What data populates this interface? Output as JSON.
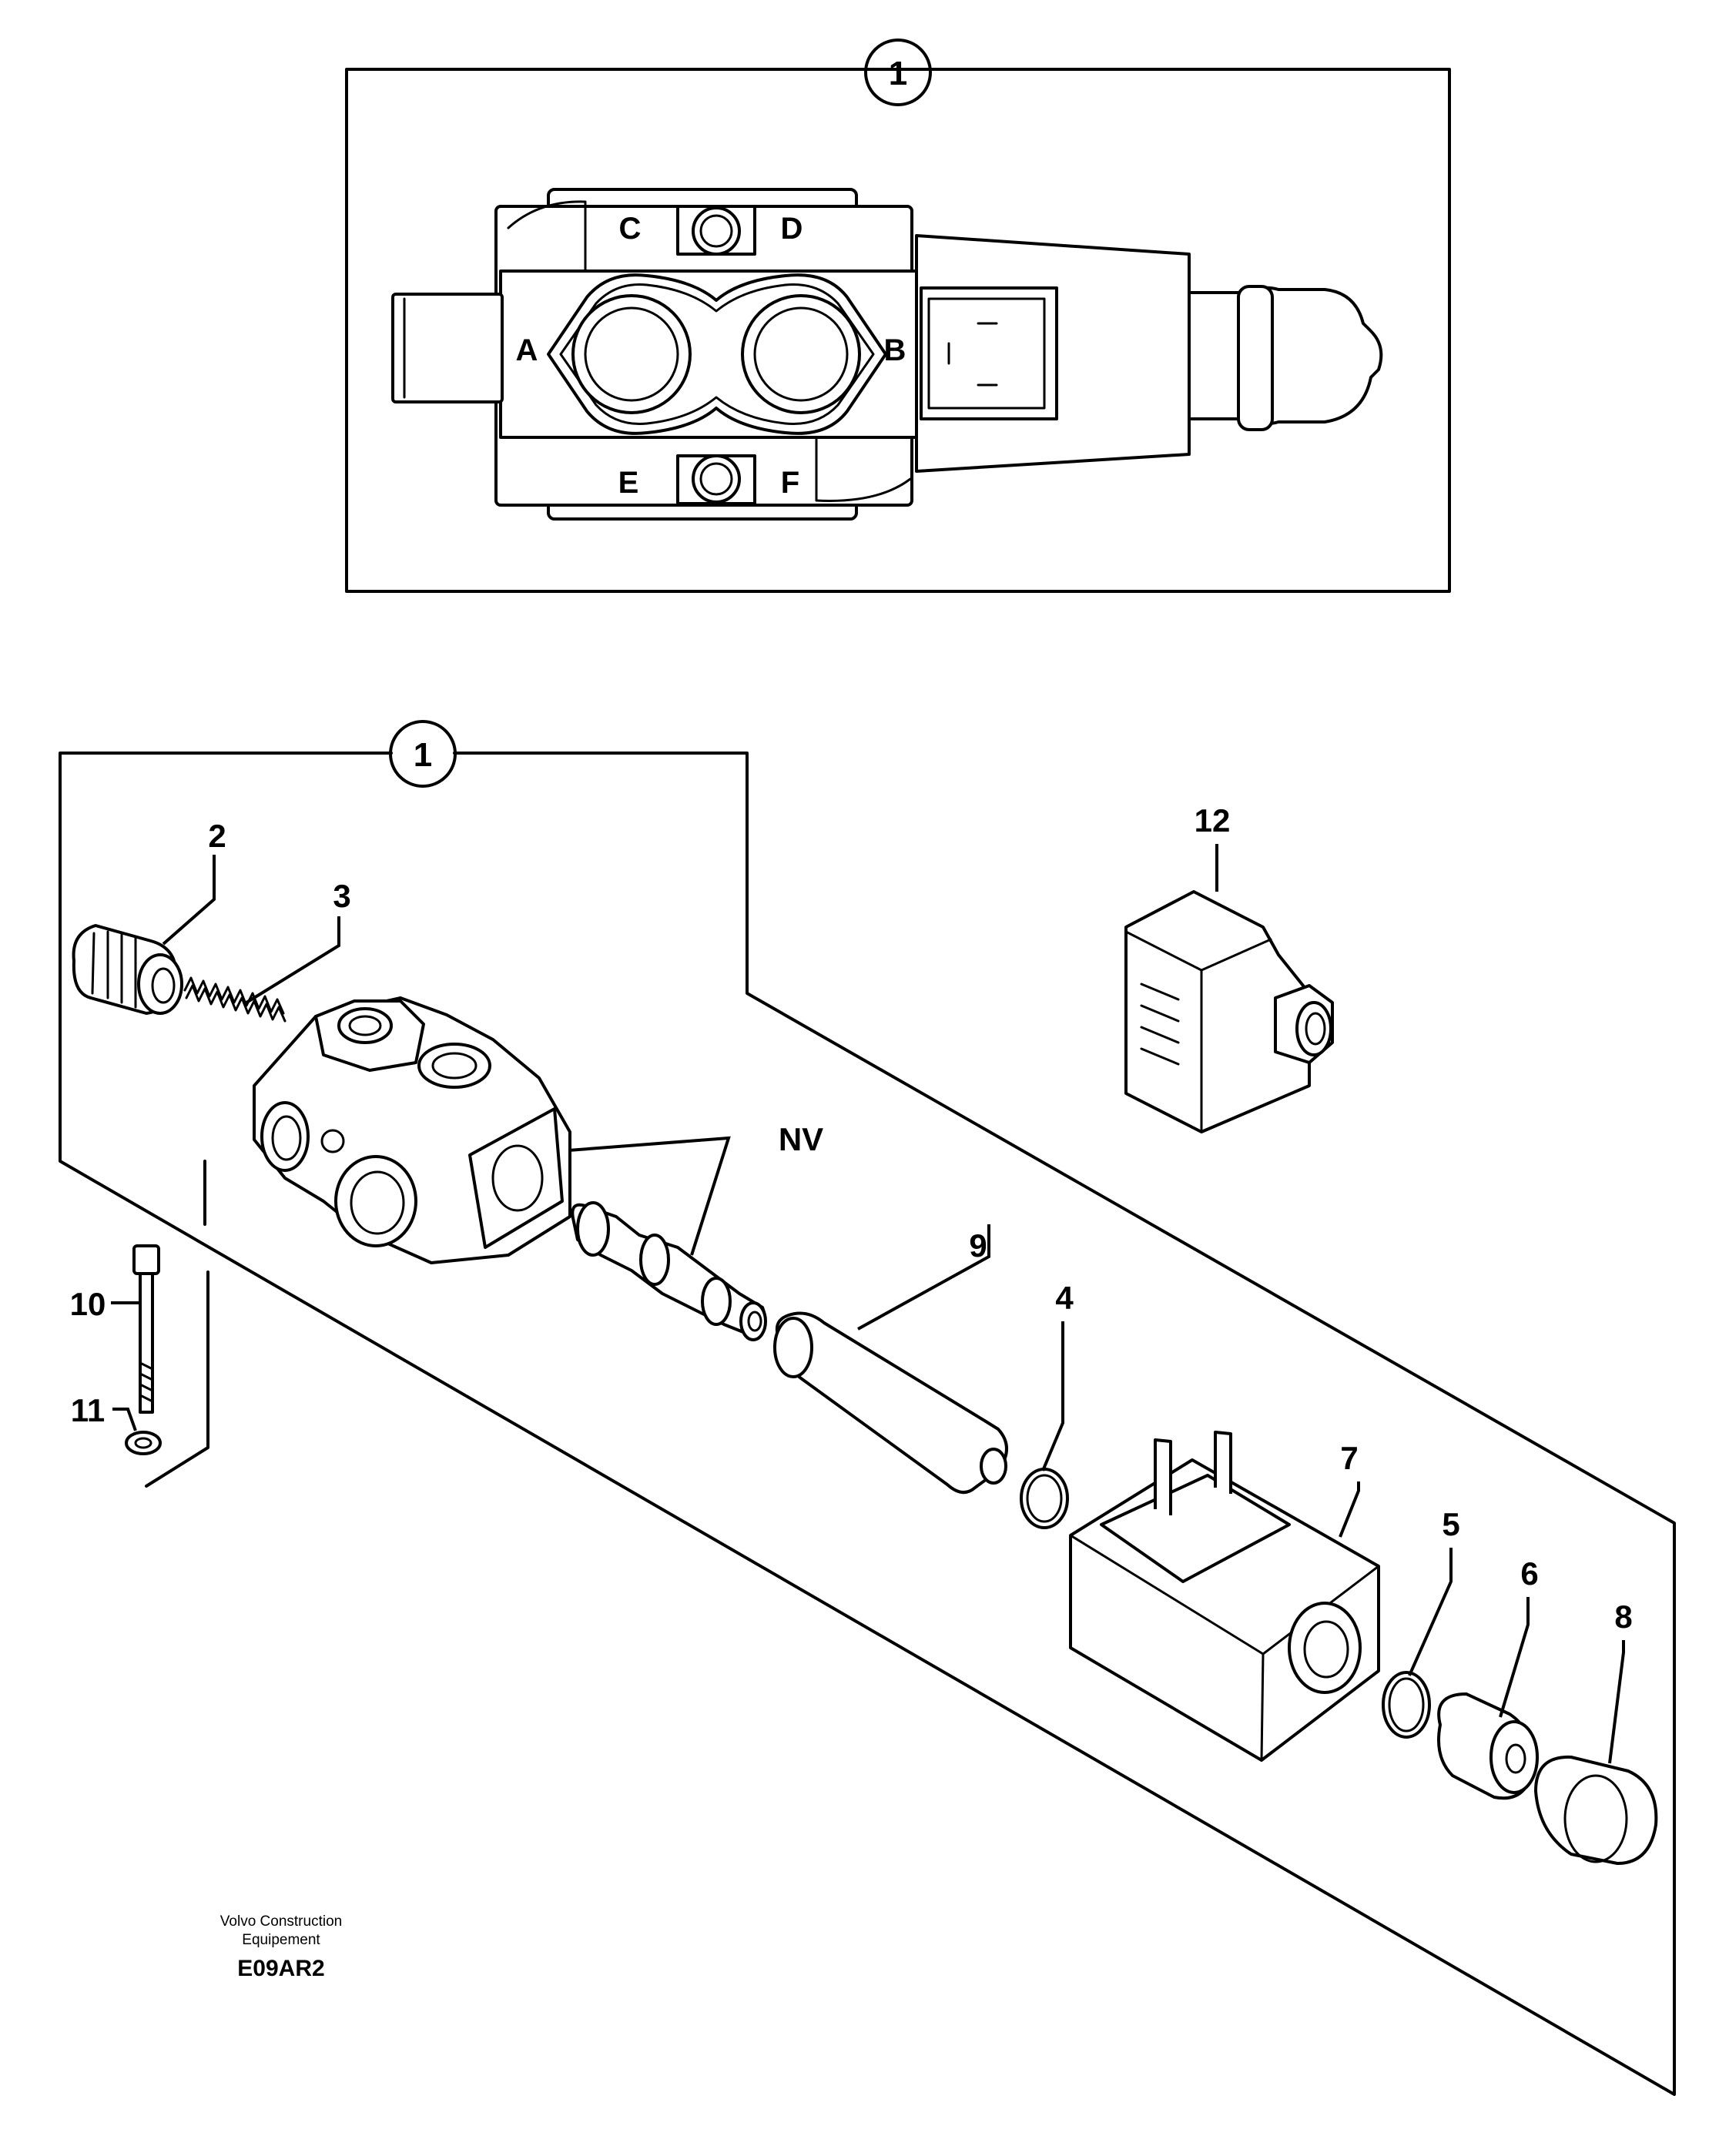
{
  "top_view": {
    "callout": "1",
    "port_labels": {
      "a": "A",
      "b": "B",
      "c": "C",
      "d": "D",
      "e": "E",
      "f": "F"
    }
  },
  "exploded_view": {
    "callout": "1",
    "part_labels": {
      "p2": "2",
      "p3": "3",
      "p4": "4",
      "p5": "5",
      "p6": "6",
      "p7": "7",
      "p8": "8",
      "p9": "9",
      "p10": "10",
      "p11": "11",
      "p12": "12",
      "nv": "NV"
    }
  },
  "footer": {
    "maker_line1": "Volvo Construction",
    "maker_line2": "Equipement",
    "code": "E09AR2"
  }
}
